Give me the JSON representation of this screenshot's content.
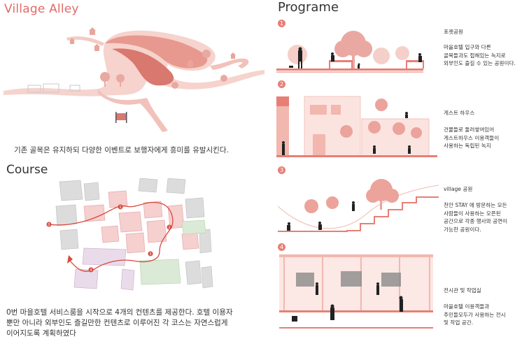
{
  "village_alley": {
    "title": "Village Alley",
    "caption": "기존 골목은 유지하되 다양한 이벤트로 보행자에게 흥미를 유발시킨다."
  },
  "course": {
    "title": "Course",
    "caption_lines": [
      "0번 마을호텔 서비스룸을 시작으로 4개의 컨텐츠를 제공한다. 호텔 이용자",
      "뿐만 아니라 외부인도 즐길만한 컨텐츠로 이루어진 각 코스는 자연스럽게",
      "이어지도록 계획하였다"
    ],
    "markers": [
      "0",
      "1",
      "2",
      "3",
      "4"
    ]
  },
  "programe": {
    "title": "Programe",
    "items": [
      {
        "num": "1",
        "heading": "포켓공원",
        "desc": "마을호텔 입구와 다른\n골목들과도 접해있는 녹지로\n외부인도 즐길 수 있는 공원이다."
      },
      {
        "num": "2",
        "heading": "게스트 하우스",
        "desc": "건물들로 둘러쌓여있어\n게스트하우스 이용객들이\n사용하는 독립된 녹지"
      },
      {
        "num": "3",
        "heading": "village 공원",
        "desc": "천안 STAY 에 방문하는 모든\n사람들이 사용하는 오픈된\n공간으로 각종 행사와 공연이\n가능한 공원이다."
      },
      {
        "num": "4",
        "heading": "전시관 및 작업실",
        "desc": "마을호텔 이용객들과\n주민들모두가 사용하는 전시\n및 작업 공간."
      }
    ]
  },
  "colors": {
    "accent": "#e06b67",
    "pink": "#f2b7ae",
    "light_pink": "#f8dcd6",
    "tree": "#e8a9a2",
    "figure": "#222222"
  }
}
